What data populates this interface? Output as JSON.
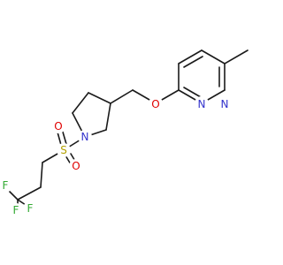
{
  "molecule": {
    "atoms": {
      "O_ether": {
        "symbol": "O",
        "color": "#e00000"
      },
      "N_pyr1": {
        "symbol": "N",
        "color": "#3333cc"
      },
      "N_pyr2": {
        "symbol": "N",
        "color": "#3333cc"
      },
      "N_pyrrolidine": {
        "symbol": "N",
        "color": "#3333cc"
      },
      "S": {
        "symbol": "S",
        "color": "#b3a100"
      },
      "O_s1": {
        "symbol": "O",
        "color": "#e00000"
      },
      "O_s2": {
        "symbol": "O",
        "color": "#e00000"
      },
      "F1": {
        "symbol": "F",
        "color": "#33aa33"
      },
      "F2": {
        "symbol": "F",
        "color": "#33aa33"
      },
      "F3": {
        "symbol": "F",
        "color": "#33aa33"
      }
    }
  }
}
